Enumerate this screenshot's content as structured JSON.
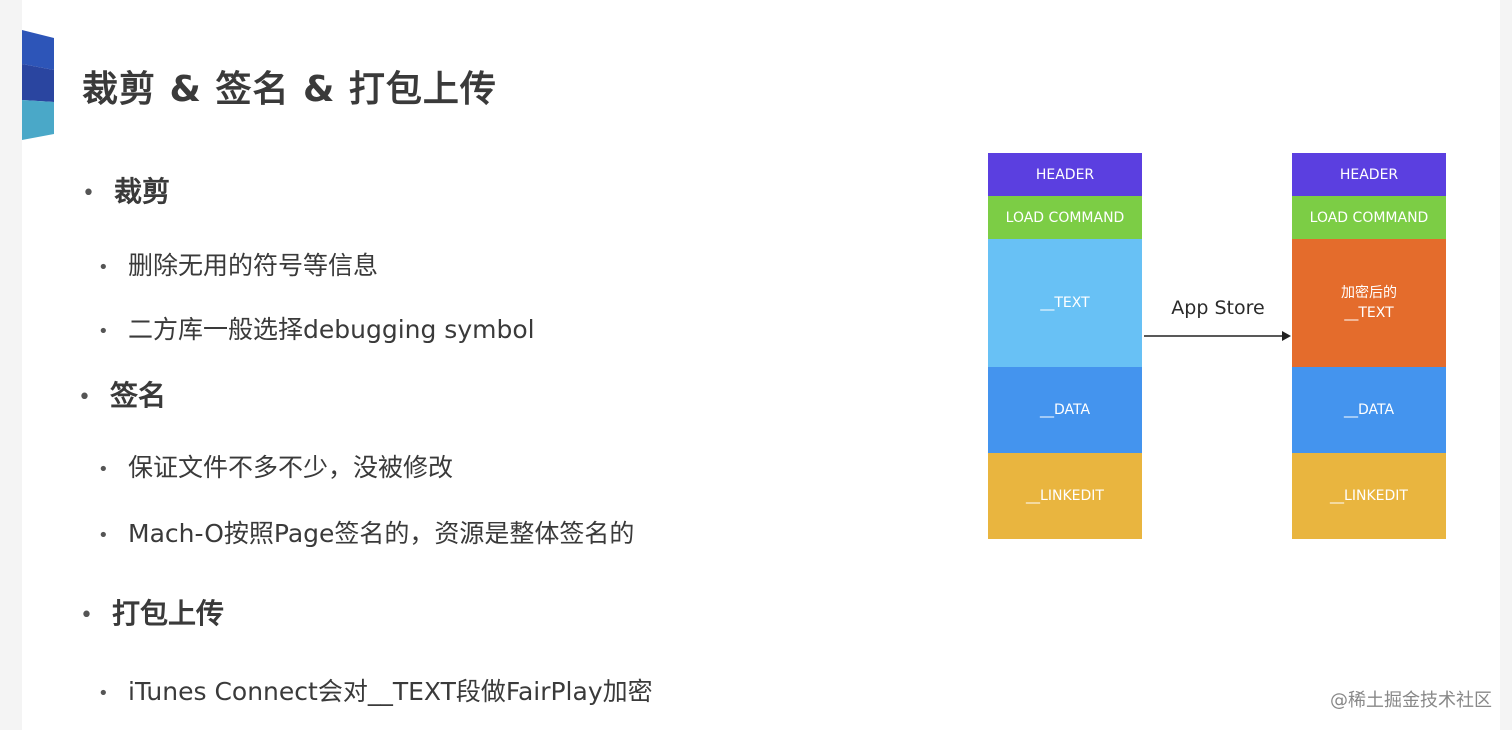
{
  "title": "裁剪 & 签名 & 打包上传",
  "sections": [
    {
      "label": "裁剪",
      "items": [
        "删除无用的符号等信息",
        "二方库一般选择debugging symbol"
      ]
    },
    {
      "label": "签名",
      "items": [
        "保证文件不多不少，没被修改",
        "Mach-O按照Page签名的，资源是整体签名的"
      ]
    },
    {
      "label": "打包上传",
      "items": [
        "iTunes Connect会对__TEXT段做FairPlay加密"
      ]
    }
  ],
  "diagram": {
    "left": [
      {
        "label": "HEADER",
        "color": "#5b3fe0"
      },
      {
        "label": "LOAD COMMAND",
        "color": "#7ccd45"
      },
      {
        "label": "__TEXT",
        "color": "#68c1f5"
      },
      {
        "label": "__DATA",
        "color": "#4494ee"
      },
      {
        "label": "__LINKEDIT",
        "color": "#e9b53f"
      }
    ],
    "arrow_label": "App Store",
    "right": [
      {
        "label": "HEADER",
        "color": "#5b3fe0"
      },
      {
        "label": "LOAD COMMAND",
        "color": "#7ccd45"
      },
      {
        "label": "加密后的",
        "label2": "__TEXT",
        "color": "#e46c2c"
      },
      {
        "label": "__DATA",
        "color": "#4494ee"
      },
      {
        "label": "__LINKEDIT",
        "color": "#e9b53f"
      }
    ]
  },
  "watermark": "@稀土掘金技术社区",
  "colors": {
    "deco_top": "#2a4fb0",
    "deco_bottom": "#4aa8c8"
  }
}
